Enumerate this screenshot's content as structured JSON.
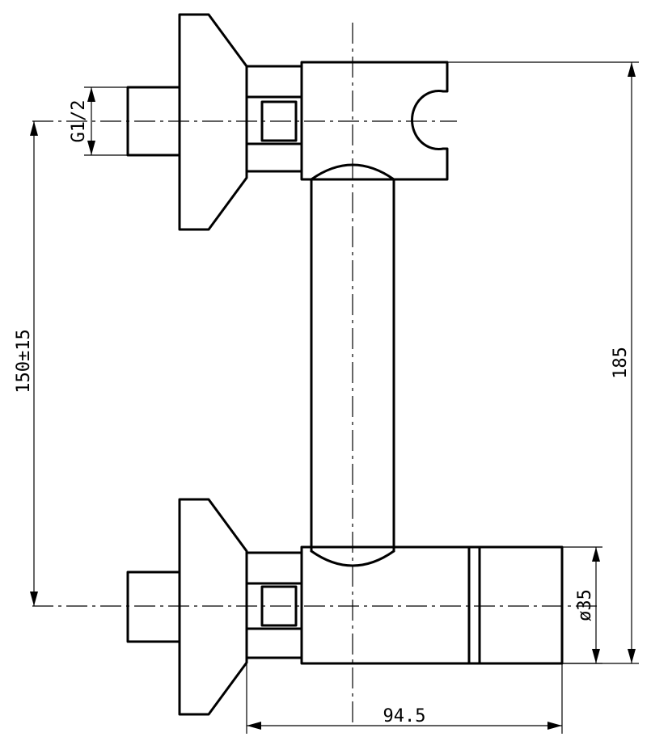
{
  "dimensions": {
    "thread": "G1/2",
    "centers": "150±15",
    "height": "185",
    "diameter": "ø35",
    "depth": "94.5"
  }
}
